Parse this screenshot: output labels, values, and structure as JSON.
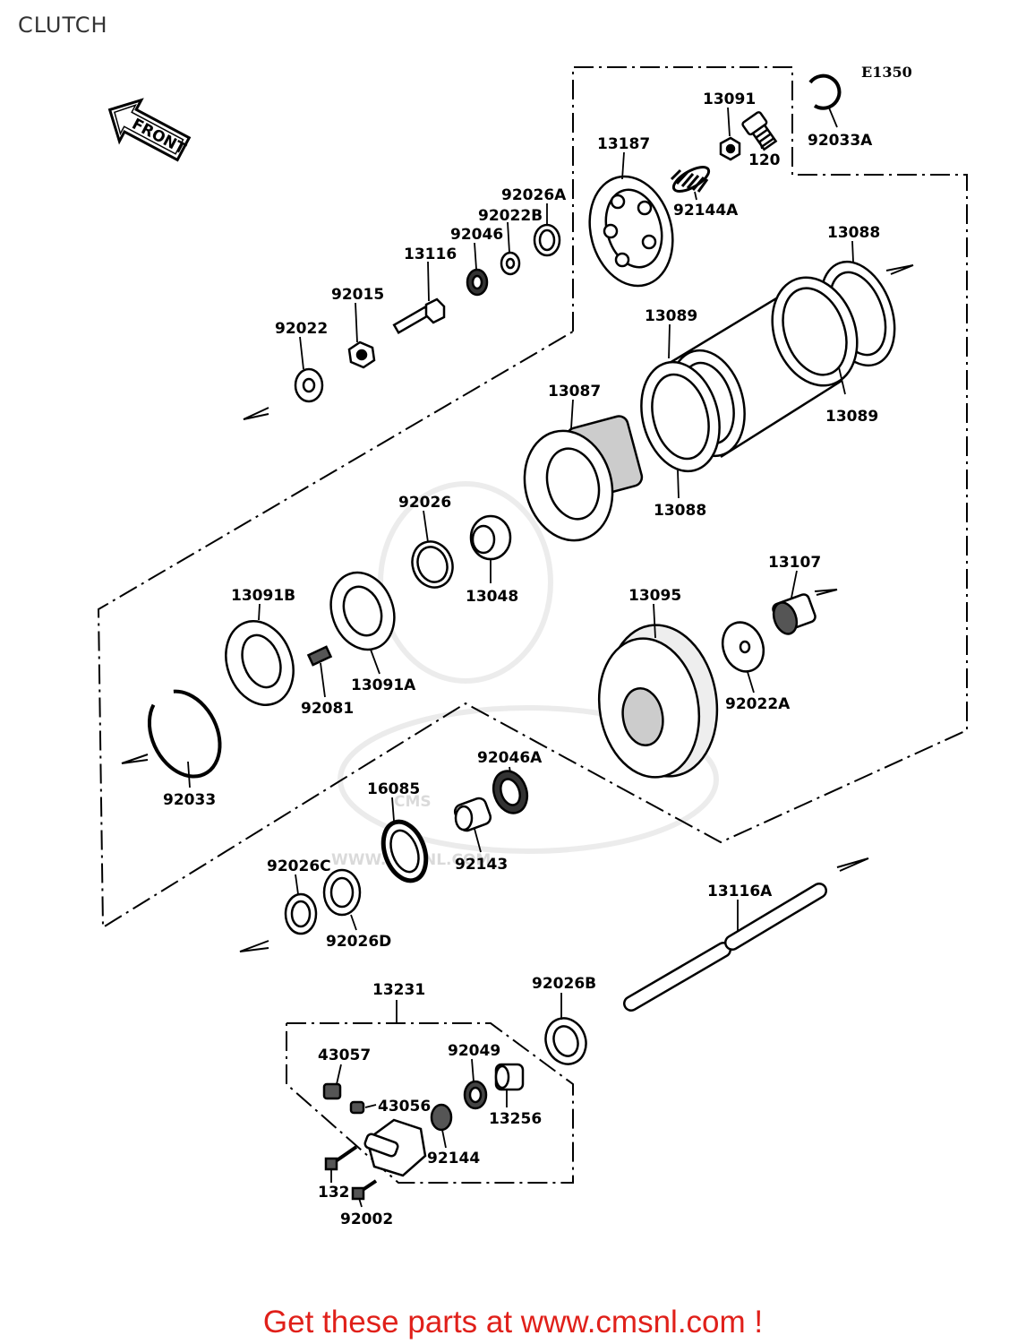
{
  "page": {
    "title": "CLUTCH"
  },
  "diagram": {
    "code": "E1350",
    "front_label": "FRONT"
  },
  "parts": [
    {
      "id": "p13091",
      "label": "13091"
    },
    {
      "id": "p120",
      "label": "120"
    },
    {
      "id": "p92033A",
      "label": "92033A"
    },
    {
      "id": "p13187",
      "label": "13187"
    },
    {
      "id": "p92144A",
      "label": "92144A"
    },
    {
      "id": "p92026A",
      "label": "92026A"
    },
    {
      "id": "p92022B",
      "label": "92022B"
    },
    {
      "id": "p92046",
      "label": "92046"
    },
    {
      "id": "p13116",
      "label": "13116"
    },
    {
      "id": "p92015",
      "label": "92015"
    },
    {
      "id": "p92022",
      "label": "92022"
    },
    {
      "id": "p13088a",
      "label": "13088"
    },
    {
      "id": "p13089a",
      "label": "13089"
    },
    {
      "id": "p13089b",
      "label": "13089"
    },
    {
      "id": "p13087",
      "label": "13087"
    },
    {
      "id": "p13088b",
      "label": "13088"
    },
    {
      "id": "p92026",
      "label": "92026"
    },
    {
      "id": "p13048",
      "label": "13048"
    },
    {
      "id": "p13091B",
      "label": "13091B"
    },
    {
      "id": "p13091A",
      "label": "13091A"
    },
    {
      "id": "p92081",
      "label": "92081"
    },
    {
      "id": "p13107",
      "label": "13107"
    },
    {
      "id": "p13095",
      "label": "13095"
    },
    {
      "id": "p92022A",
      "label": "92022A"
    },
    {
      "id": "p92033",
      "label": "92033"
    },
    {
      "id": "p92046A",
      "label": "92046A"
    },
    {
      "id": "p16085",
      "label": "16085"
    },
    {
      "id": "p92143",
      "label": "92143"
    },
    {
      "id": "p92026C",
      "label": "92026C"
    },
    {
      "id": "p92026D",
      "label": "92026D"
    },
    {
      "id": "p13116A",
      "label": "13116A"
    },
    {
      "id": "p13231",
      "label": "13231"
    },
    {
      "id": "p92026B",
      "label": "92026B"
    },
    {
      "id": "p43057",
      "label": "43057"
    },
    {
      "id": "p92049",
      "label": "92049"
    },
    {
      "id": "p43056",
      "label": "43056"
    },
    {
      "id": "p13256",
      "label": "13256"
    },
    {
      "id": "p92144",
      "label": "92144"
    },
    {
      "id": "p132",
      "label": "132"
    },
    {
      "id": "p92002",
      "label": "92002"
    }
  ],
  "watermark": {
    "brand": "CMS",
    "url": "WWW.CMSNL.COM"
  },
  "footer": {
    "banner": "Get these parts at www.cmsnl.com !",
    "banner_color": "#e0201a"
  }
}
